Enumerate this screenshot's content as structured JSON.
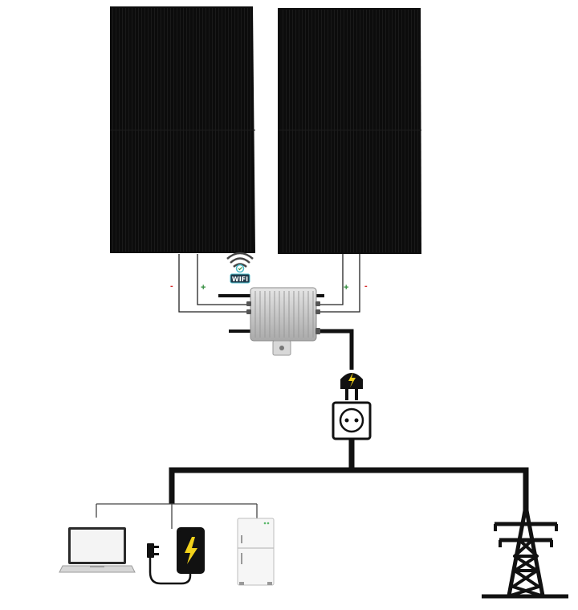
{
  "panels": {
    "left_name": "solar-panel-left",
    "right_name": "solar-panel-right",
    "color": "#0d0d0d"
  },
  "wifi": {
    "label": "WIFI",
    "icon": "wifi-icon",
    "accent": "#49b9c8"
  },
  "polarity": {
    "left_negative": "-",
    "left_positive": "+",
    "right_positive": "+",
    "right_negative": "-",
    "negative_color": "#d62b2b",
    "positive_color": "#2f8a3a"
  },
  "inverter": {
    "icon": "micro-inverter-icon",
    "color": "#c9c9c9"
  },
  "plug": {
    "icon": "power-plug-icon",
    "bolt_color": "#f2d21b"
  },
  "socket": {
    "icon": "wall-socket-icon"
  },
  "consumers": {
    "laptop_icon": "laptop-icon",
    "phone_icon": "charging-phone-icon",
    "fridge_icon": "refrigerator-icon",
    "bolt_color": "#f2d21b"
  },
  "grid": {
    "icon": "power-pylon-icon"
  },
  "wire_color": "#111111"
}
